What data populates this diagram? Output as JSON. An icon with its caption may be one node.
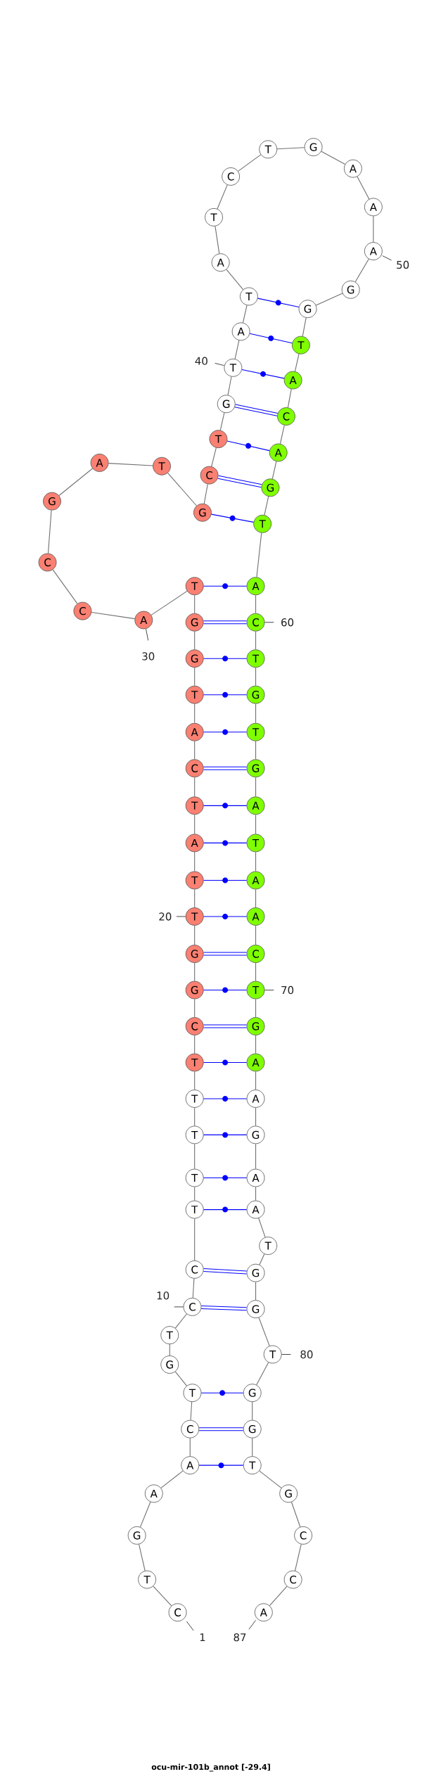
{
  "diagram": {
    "title": "ocu-mir-101b_annot [-29.4]",
    "nodes": [
      {
        "text": [
          "C"
        ],
        "beside": [
          "1"
        ]
      },
      {
        "text": [
          "T"
        ]
      },
      {
        "text": [
          "G"
        ]
      },
      {
        "text": [
          "A"
        ]
      },
      {
        "text": [
          "A"
        ]
      },
      {
        "text": [
          "C"
        ]
      },
      {
        "text": [
          "T"
        ]
      },
      {
        "text": [
          "G"
        ]
      },
      {
        "text": [
          "T"
        ]
      },
      {
        "text": [
          "C"
        ],
        "beside": [
          "10"
        ]
      },
      {
        "text": [
          "C"
        ]
      },
      {
        "text": [
          "T"
        ]
      },
      {
        "text": [
          "T"
        ]
      },
      {
        "text": [
          "T"
        ]
      },
      {
        "text": [
          "T"
        ]
      },
      {
        "text": [
          "T"
        ]
      },
      {
        "text": [
          "C"
        ]
      },
      {
        "text": [
          "G"
        ]
      },
      {
        "text": [
          "G"
        ]
      },
      {
        "text": [
          "T"
        ],
        "beside": [
          "20"
        ]
      },
      {
        "text": [
          "T"
        ]
      },
      {
        "text": [
          "A"
        ]
      },
      {
        "text": [
          "T"
        ]
      },
      {
        "text": [
          "C"
        ]
      },
      {
        "text": [
          "A"
        ]
      },
      {
        "text": [
          "T"
        ]
      },
      {
        "text": [
          "G"
        ]
      },
      {
        "text": [
          "G"
        ]
      },
      {
        "text": [
          "T"
        ]
      },
      {
        "text": [
          "A"
        ],
        "beside": [
          "30"
        ]
      },
      {
        "text": [
          "C"
        ]
      },
      {
        "text": [
          "C"
        ]
      },
      {
        "text": [
          "G"
        ]
      },
      {
        "text": [
          "A"
        ]
      },
      {
        "text": [
          "T"
        ]
      },
      {
        "text": [
          "G"
        ]
      },
      {
        "text": [
          "C"
        ]
      },
      {
        "text": [
          "T"
        ]
      },
      {
        "text": [
          "G"
        ]
      },
      {
        "text": [
          "T"
        ],
        "beside": [
          "40"
        ]
      },
      {
        "text": [
          "A"
        ]
      },
      {
        "text": [
          "T"
        ]
      },
      {
        "text": [
          "A"
        ]
      },
      {
        "text": [
          "T"
        ]
      },
      {
        "text": [
          "C"
        ]
      },
      {
        "text": [
          "T"
        ]
      },
      {
        "text": [
          "G"
        ]
      },
      {
        "text": [
          "A"
        ]
      },
      {
        "text": [
          "A"
        ]
      },
      {
        "text": [
          "A"
        ],
        "beside": [
          "50"
        ]
      },
      {
        "text": [
          "G"
        ]
      },
      {
        "text": [
          "G"
        ]
      },
      {
        "text": [
          "T"
        ]
      },
      {
        "text": [
          "A"
        ]
      },
      {
        "text": [
          "C"
        ]
      },
      {
        "text": [
          "A"
        ]
      },
      {
        "text": [
          "G"
        ]
      },
      {
        "text": [
          "T"
        ]
      },
      {
        "text": [
          "A"
        ]
      },
      {
        "text": [
          "C"
        ],
        "beside": [
          "60"
        ]
      },
      {
        "text": [
          "T"
        ]
      },
      {
        "text": [
          "G"
        ]
      },
      {
        "text": [
          "T"
        ]
      },
      {
        "text": [
          "G"
        ]
      },
      {
        "text": [
          "A"
        ]
      },
      {
        "text": [
          "T"
        ]
      },
      {
        "text": [
          "A"
        ]
      },
      {
        "text": [
          "A"
        ]
      },
      {
        "text": [
          "C"
        ]
      },
      {
        "text": [
          "T"
        ],
        "beside": [
          "70"
        ]
      },
      {
        "text": [
          "G"
        ]
      },
      {
        "text": [
          "A"
        ]
      },
      {
        "text": [
          "A"
        ]
      },
      {
        "text": [
          "G"
        ]
      },
      {
        "text": [
          "A"
        ]
      },
      {
        "text": [
          "A"
        ]
      },
      {
        "text": [
          "T"
        ]
      },
      {
        "text": [
          "G"
        ]
      },
      {
        "text": [
          "G"
        ]
      },
      {
        "text": [
          "T"
        ],
        "beside": [
          "80"
        ]
      },
      {
        "text": [
          "G"
        ]
      },
      {
        "text": [
          "G"
        ]
      },
      {
        "text": [
          "T"
        ]
      },
      {
        "text": [
          "G"
        ]
      },
      {
        "text": [
          "C"
        ]
      },
      {
        "text": [
          "C"
        ]
      },
      {
        "text": [
          "A"
        ],
        "beside": [
          "87"
        ]
      }
    ],
    "edges": [
      {
        "from": 0,
        "to": 1,
        "arrow": "none"
      },
      {
        "from": 1,
        "to": 2,
        "arrow": "none"
      },
      {
        "from": 2,
        "to": 3,
        "arrow": "none"
      },
      {
        "from": 3,
        "to": 4,
        "arrow": "none"
      },
      {
        "from": 4,
        "to": 5,
        "arrow": "none"
      },
      {
        "from": 5,
        "to": 6,
        "arrow": "none"
      },
      {
        "from": 6,
        "to": 7,
        "arrow": "none"
      },
      {
        "from": 7,
        "to": 8,
        "arrow": "none"
      },
      {
        "from": 8,
        "to": 9,
        "arrow": "none"
      },
      {
        "from": 9,
        "to": 10,
        "arrow": "none"
      },
      {
        "from": 10,
        "to": 11,
        "arrow": "none"
      },
      {
        "from": 11,
        "to": 12,
        "arrow": "none"
      },
      {
        "from": 12,
        "to": 13,
        "arrow": "none"
      },
      {
        "from": 13,
        "to": 14,
        "arrow": "none"
      },
      {
        "from": 14,
        "to": 15,
        "arrow": "none"
      },
      {
        "from": 15,
        "to": 16,
        "arrow": "none"
      },
      {
        "from": 16,
        "to": 17,
        "arrow": "none"
      },
      {
        "from": 17,
        "to": 18,
        "arrow": "none"
      },
      {
        "from": 18,
        "to": 19,
        "arrow": "none"
      },
      {
        "from": 19,
        "to": 20,
        "arrow": "none"
      },
      {
        "from": 20,
        "to": 21,
        "arrow": "none"
      },
      {
        "from": 21,
        "to": 22,
        "arrow": "none"
      },
      {
        "from": 22,
        "to": 23,
        "arrow": "none"
      },
      {
        "from": 23,
        "to": 24,
        "arrow": "none"
      },
      {
        "from": 24,
        "to": 25,
        "arrow": "none"
      },
      {
        "from": 25,
        "to": 26,
        "arrow": "none"
      },
      {
        "from": 26,
        "to": 27,
        "arrow": "none"
      },
      {
        "from": 27,
        "to": 28,
        "arrow": "none"
      },
      {
        "from": 28,
        "to": 29,
        "arrow": "none"
      },
      {
        "from": 29,
        "to": 30,
        "arrow": "none"
      },
      {
        "from": 30,
        "to": 31,
        "arrow": "none"
      },
      {
        "from": 31,
        "to": 32,
        "arrow": "none"
      },
      {
        "from": 32,
        "to": 33,
        "arrow": "none"
      },
      {
        "from": 33,
        "to": 34,
        "arrow": "none"
      },
      {
        "from": 34,
        "to": 35,
        "arrow": "none"
      },
      {
        "from": 35,
        "to": 36,
        "arrow": "none"
      },
      {
        "from": 36,
        "to": 37,
        "arrow": "none"
      },
      {
        "from": 37,
        "to": 38,
        "arrow": "none"
      },
      {
        "from": 38,
        "to": 39,
        "arrow": "none"
      },
      {
        "from": 39,
        "to": 40,
        "arrow": "none"
      },
      {
        "from": 40,
        "to": 41,
        "arrow": "none"
      },
      {
        "from": 41,
        "to": 42,
        "arrow": "none"
      },
      {
        "from": 42,
        "to": 43,
        "arrow": "none"
      },
      {
        "from": 43,
        "to": 44,
        "arrow": "none"
      },
      {
        "from": 44,
        "to": 45,
        "arrow": "none"
      },
      {
        "from": 45,
        "to": 46,
        "arrow": "none"
      },
      {
        "from": 46,
        "to": 47,
        "arrow": "none"
      },
      {
        "from": 47,
        "to": 48,
        "arrow": "none"
      },
      {
        "from": 48,
        "to": 49,
        "arrow": "none"
      },
      {
        "from": 49,
        "to": 50,
        "arrow": "none"
      },
      {
        "from": 50,
        "to": 51,
        "arrow": "none"
      },
      {
        "from": 51,
        "to": 52,
        "arrow": "none"
      },
      {
        "from": 52,
        "to": 53,
        "arrow": "none"
      },
      {
        "from": 53,
        "to": 54,
        "arrow": "none"
      },
      {
        "from": 54,
        "to": 55,
        "arrow": "none"
      },
      {
        "from": 55,
        "to": 56,
        "arrow": "none"
      },
      {
        "from": 56,
        "to": 57,
        "arrow": "none"
      },
      {
        "from": 57,
        "to": 58,
        "arrow": "none"
      },
      {
        "from": 58,
        "to": 59,
        "arrow": "none"
      },
      {
        "from": 59,
        "to": 60,
        "arrow": "none"
      },
      {
        "from": 60,
        "to": 61,
        "arrow": "none"
      },
      {
        "from": 61,
        "to": 62,
        "arrow": "none"
      },
      {
        "from": 62,
        "to": 63,
        "arrow": "none"
      },
      {
        "from": 63,
        "to": 64,
        "arrow": "none"
      },
      {
        "from": 64,
        "to": 65,
        "arrow": "none"
      },
      {
        "from": 65,
        "to": 66,
        "arrow": "none"
      },
      {
        "from": 66,
        "to": 67,
        "arrow": "none"
      },
      {
        "from": 67,
        "to": 68,
        "arrow": "none"
      },
      {
        "from": 68,
        "to": 69,
        "arrow": "none"
      },
      {
        "from": 69,
        "to": 70,
        "arrow": "none"
      },
      {
        "from": 70,
        "to": 71,
        "arrow": "none"
      },
      {
        "from": 71,
        "to": 72,
        "arrow": "none"
      },
      {
        "from": 72,
        "to": 73,
        "arrow": "none"
      },
      {
        "from": 73,
        "to": 74,
        "arrow": "none"
      },
      {
        "from": 74,
        "to": 75,
        "arrow": "none"
      },
      {
        "from": 75,
        "to": 76,
        "arrow": "none"
      },
      {
        "from": 76,
        "to": 77,
        "arrow": "none"
      },
      {
        "from": 77,
        "to": 78,
        "arrow": "none"
      },
      {
        "from": 78,
        "to": 79,
        "arrow": "none"
      },
      {
        "from": 79,
        "to": 80,
        "arrow": "none"
      },
      {
        "from": 80,
        "to": 81,
        "arrow": "none"
      },
      {
        "from": 81,
        "to": 82,
        "arrow": "none"
      },
      {
        "from": 82,
        "to": 83,
        "arrow": "none"
      },
      {
        "from": 83,
        "to": 84,
        "arrow": "none"
      },
      {
        "from": 84,
        "to": 85,
        "arrow": "none"
      },
      {
        "from": 85,
        "to": 86,
        "arrow": "none"
      },
      {
        "from": 4,
        "to": 82,
        "arrow": "none",
        "color": "#0000ff"
      },
      {
        "from": 5,
        "to": 81,
        "arrow": "none",
        "color": "#0000ff",
        "style": "thick"
      },
      {
        "from": 6,
        "to": 80,
        "arrow": "none",
        "color": "#0000ff"
      },
      {
        "from": 9,
        "to": 78,
        "arrow": "none",
        "color": "#0000ff",
        "style": "thick"
      },
      {
        "from": 10,
        "to": 77,
        "arrow": "none",
        "color": "#0000ff",
        "style": "thick"
      },
      {
        "from": 11,
        "to": 75,
        "arrow": "none",
        "color": "#0000ff"
      },
      {
        "from": 12,
        "to": 74,
        "arrow": "none",
        "color": "#0000ff"
      },
      {
        "from": 13,
        "to": 73,
        "arrow": "none",
        "color": "#0000ff"
      },
      {
        "from": 14,
        "to": 72,
        "arrow": "none",
        "color": "#0000ff"
      },
      {
        "from": 15,
        "to": 71,
        "arrow": "none",
        "color": "#0000ff"
      },
      {
        "from": 16,
        "to": 70,
        "arrow": "none",
        "color": "#0000ff",
        "style": "thick"
      },
      {
        "from": 17,
        "to": 69,
        "arrow": "none",
        "color": "#0000ff"
      },
      {
        "from": 18,
        "to": 68,
        "arrow": "none",
        "color": "#0000ff",
        "style": "thick"
      },
      {
        "from": 19,
        "to": 67,
        "arrow": "none",
        "color": "#0000ff"
      },
      {
        "from": 20,
        "to": 66,
        "arrow": "none",
        "color": "#0000ff"
      },
      {
        "from": 21,
        "to": 65,
        "arrow": "none",
        "color": "#0000ff"
      },
      {
        "from": 22,
        "to": 64,
        "arrow": "none",
        "color": "#0000ff"
      },
      {
        "from": 23,
        "to": 63,
        "arrow": "none",
        "color": "#0000ff",
        "style": "thick"
      },
      {
        "from": 24,
        "to": 62,
        "arrow": "none",
        "color": "#0000ff"
      },
      {
        "from": 25,
        "to": 61,
        "arrow": "none",
        "color": "#0000ff"
      },
      {
        "from": 26,
        "to": 60,
        "arrow": "none",
        "color": "#0000ff"
      },
      {
        "from": 27,
        "to": 59,
        "arrow": "none",
        "color": "#0000ff",
        "style": "thick"
      },
      {
        "from": 28,
        "to": 58,
        "arrow": "none",
        "color": "#0000ff"
      },
      {
        "from": 35,
        "to": 57,
        "arrow": "none",
        "color": "#0000ff"
      },
      {
        "from": 36,
        "to": 56,
        "arrow": "none",
        "color": "#0000ff",
        "style": "thick"
      },
      {
        "from": 37,
        "to": 55,
        "arrow": "none",
        "color": "#0000ff"
      },
      {
        "from": 38,
        "to": 54,
        "arrow": "none",
        "color": "#0000ff",
        "style": "thick"
      },
      {
        "from": 39,
        "to": 53,
        "arrow": "none",
        "color": "#0000ff"
      },
      {
        "from": 40,
        "to": 52,
        "arrow": "none",
        "color": "#0000ff"
      },
      {
        "from": 41,
        "to": 51,
        "arrow": "none",
        "color": "#0000ff"
      }
    ]
  }
}
